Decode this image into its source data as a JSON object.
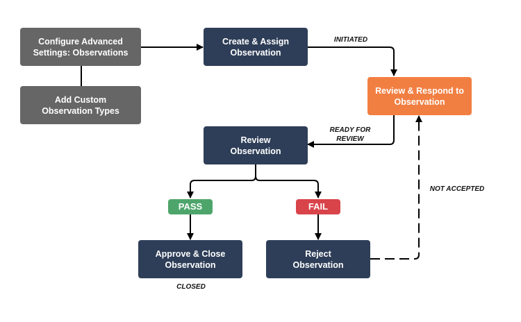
{
  "nodes": {
    "configure": "Configure Advanced\nSettings: Observations",
    "custom_types": "Add Custom\nObservation Types",
    "create_assign": "Create  & Assign\nObservation",
    "review_respond": "Review & Respond to\nObservation",
    "review": "Review\nObservation",
    "pass": "PASS",
    "fail": "FAIL",
    "approve_close": "Approve & Close\nObservation",
    "reject": "Reject\nObservation"
  },
  "edge_labels": {
    "initiated": "INITIATED",
    "ready_for_review": "READY FOR\nREVIEW",
    "not_accepted": "NOT ACCEPTED",
    "closed": "CLOSED"
  },
  "colors": {
    "setup": "#666666",
    "process": "#2e3e58",
    "respond": "#f27f42",
    "pass": "#4ea56b",
    "fail": "#d9434a"
  }
}
